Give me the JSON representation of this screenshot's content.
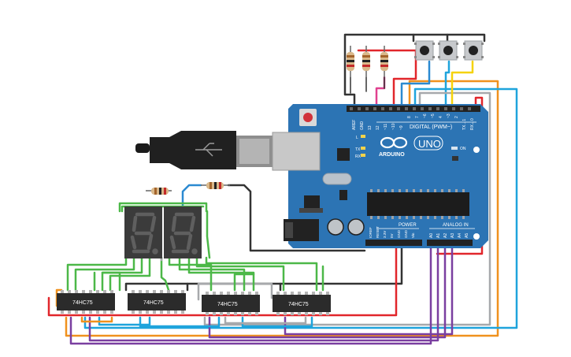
{
  "board": {
    "brand": "ARDUINO",
    "model": "UNO",
    "digital_header": "DIGITAL (PWM~)",
    "power_header": "POWER",
    "analog_header": "ANALOG IN",
    "on_label": "ON",
    "led_l": "L",
    "led_tx": "TX",
    "led_rx": "RX",
    "digital_pins": [
      "AREF",
      "GND",
      "13",
      "12",
      "~11",
      "~10",
      "~9",
      "8",
      "7",
      "~6",
      "~5",
      "4",
      "~3",
      "2",
      "TX→1",
      "RX←0"
    ],
    "power_pins": [
      "IOREF",
      "RESET",
      "3.3V",
      "5V",
      "GND",
      "GND",
      "Vin"
    ],
    "analog_pins": [
      "A0",
      "A1",
      "A2",
      "A3",
      "A4",
      "A5"
    ]
  },
  "chips": [
    {
      "label": "74HC75"
    },
    {
      "label": "74HC75"
    },
    {
      "label": "74HC75"
    },
    {
      "label": "74HC75"
    }
  ],
  "display": {
    "digit_count": 2
  },
  "colors": {
    "board": "#2c74b4",
    "wire_green": "#4cb848",
    "wire_orange": "#f0911e",
    "wire_purple": "#7a3fa0",
    "wire_cyan": "#1fa4dc",
    "wire_red": "#e1262b",
    "wire_black": "#333333",
    "wire_gray": "#a7a9ac",
    "wire_magenta": "#e0408f",
    "wire_yellow": "#f5d20a",
    "wire_blue": "#2b8ad1"
  }
}
